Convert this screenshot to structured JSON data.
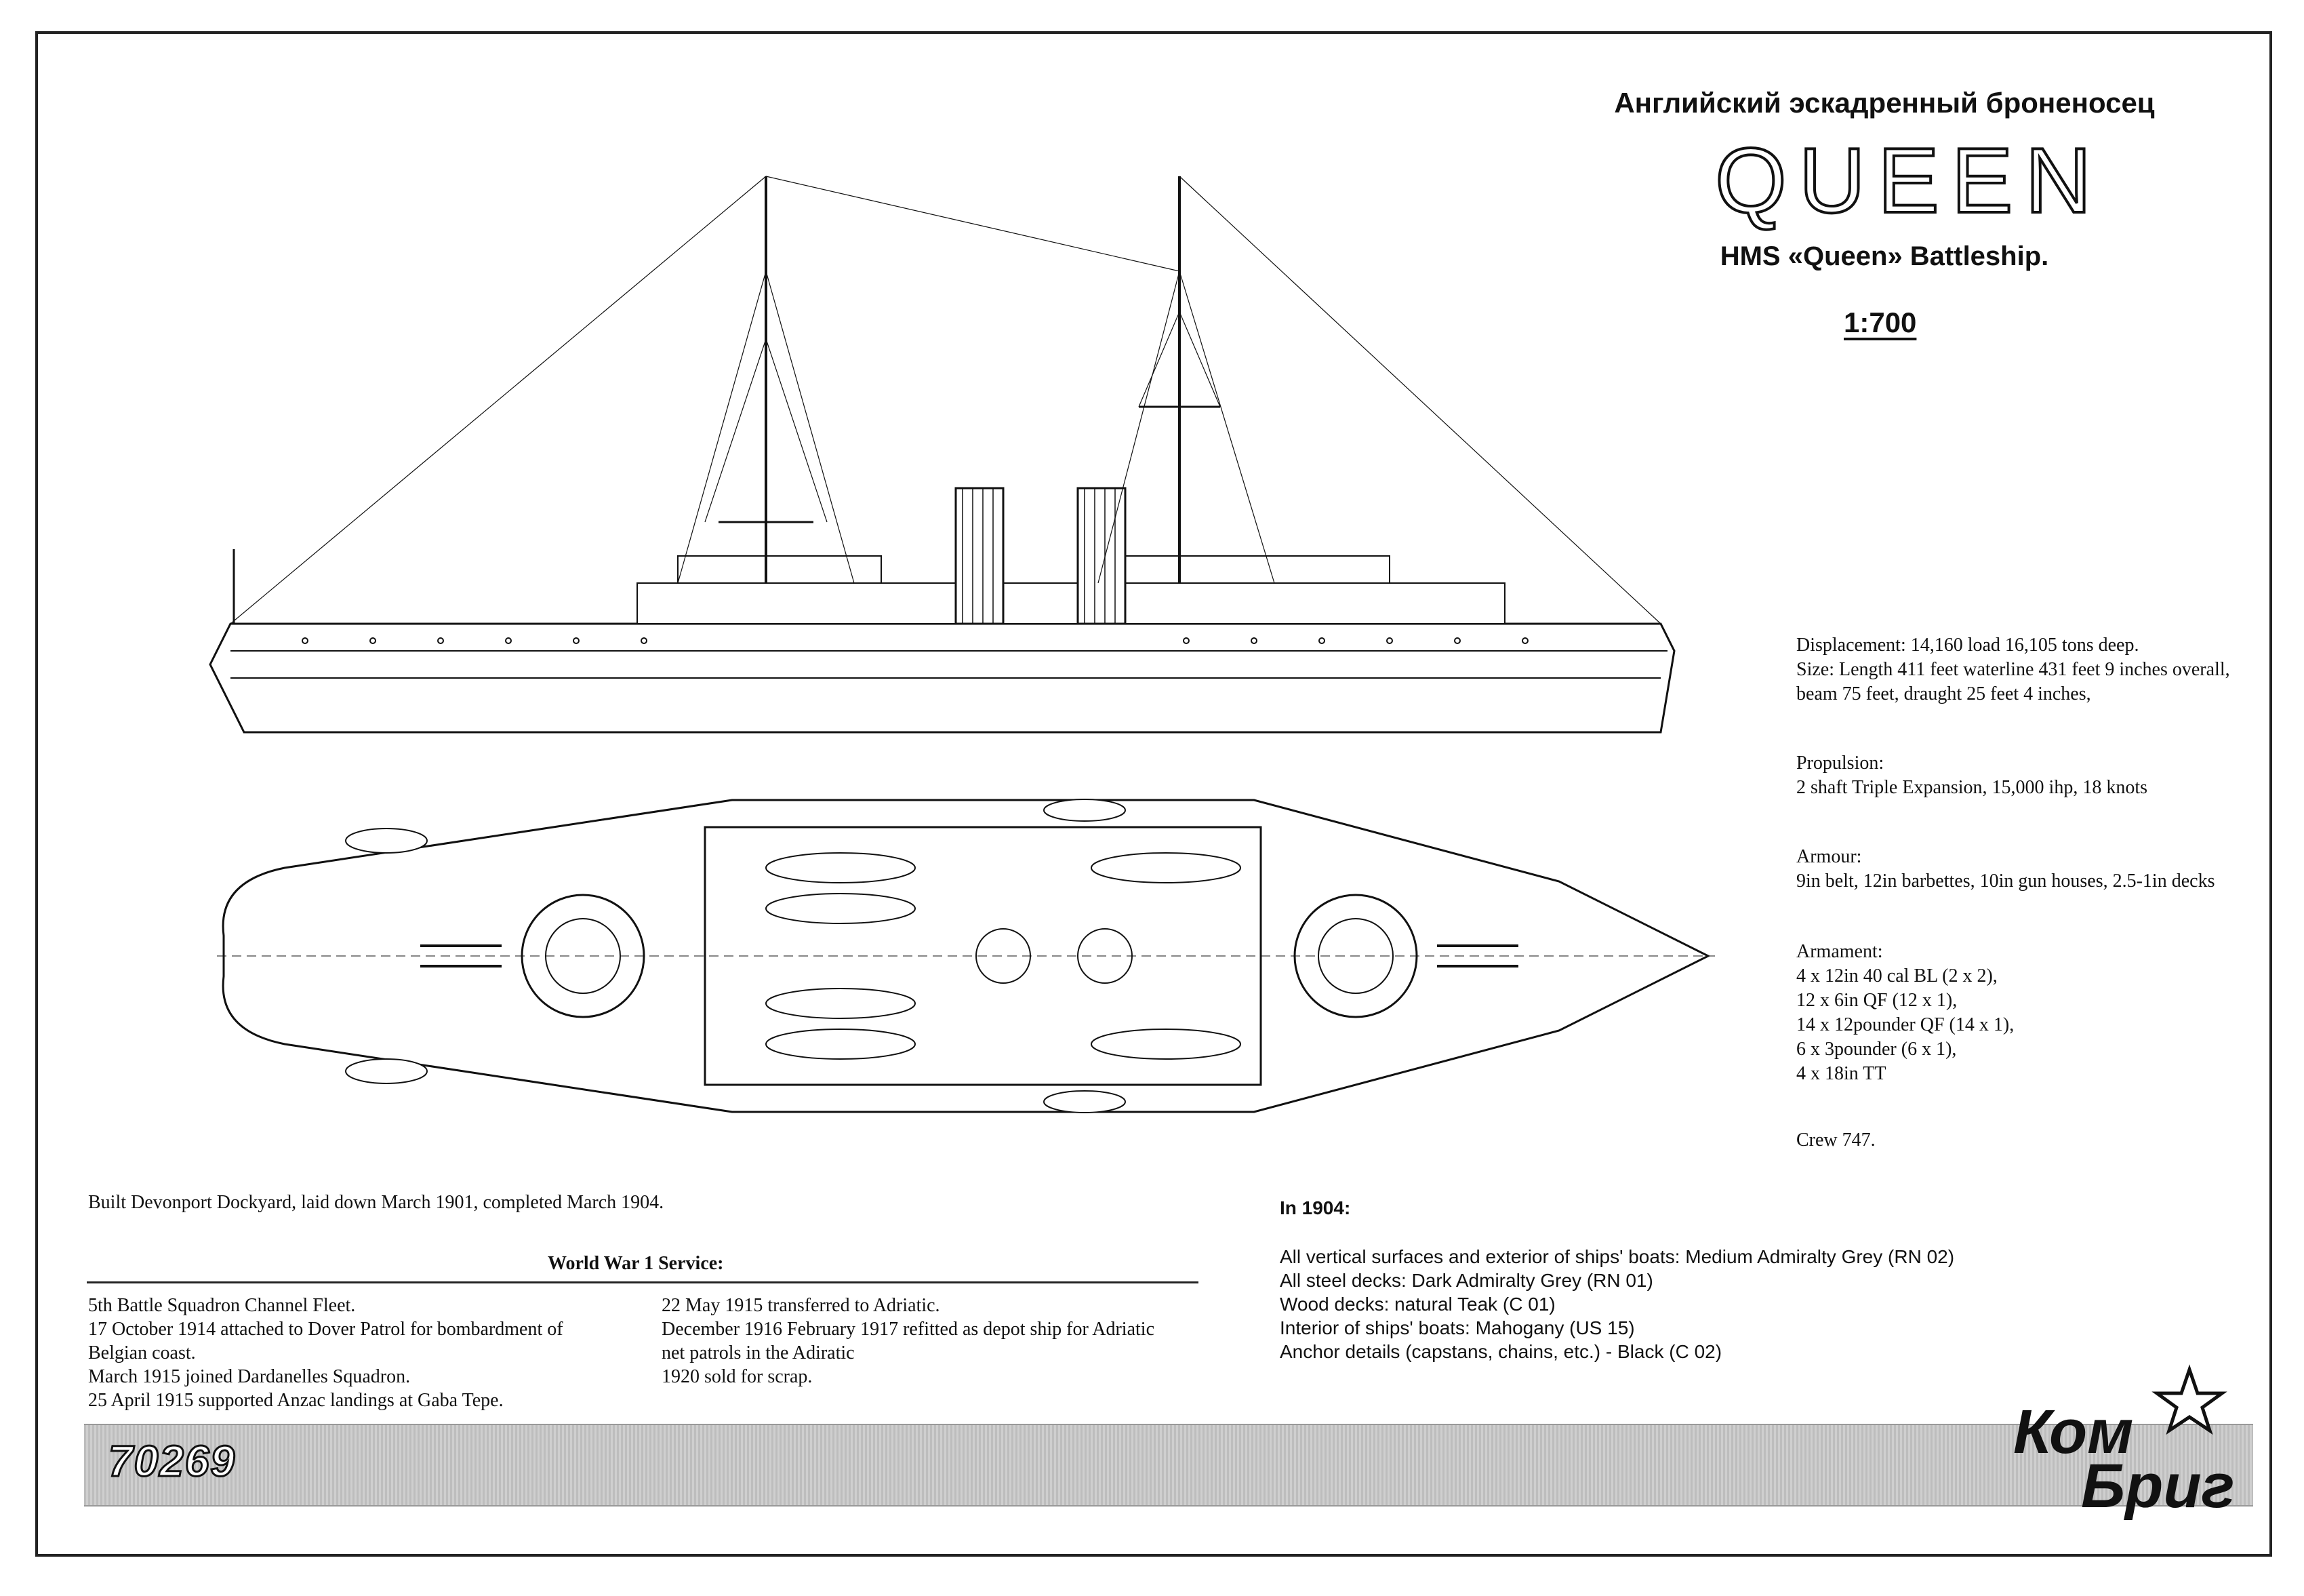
{
  "header": {
    "subtitle_ru": "Английский эскадренный броненосец",
    "ship_name": "QUEEN",
    "subtitle_en": "HMS «Queen» Battleship.",
    "scale": "1:700"
  },
  "specs": {
    "displacement": [
      "Displacement: 14,160 load 16,105 tons deep.",
      "Size: Length 411 feet waterline 431 feet 9 inches overall,",
      "beam 75 feet, draught 25 feet 4 inches,"
    ],
    "propulsion": [
      "Propulsion:",
      "2 shaft Triple Expansion, 15,000 ihp, 18 knots"
    ],
    "armour": [
      "Armour:",
      "9in belt, 12in barbettes, 10in gun houses, 2.5-1in decks"
    ],
    "armament": [
      "Armament:",
      "4 x 12in 40 cal BL (2 x 2),",
      "12 x 6in QF (12 x 1),",
      "14 x 12pounder QF (14 x 1),",
      "6 x 3pounder (6 x 1),",
      "4 x 18in TT"
    ],
    "crew": "Crew 747."
  },
  "history": {
    "built": "Built Devonport Dockyard, laid down March 1901, completed March 1904.",
    "ww1_title": "World War 1 Service:",
    "ww1_left": [
      "5th Battle Squadron Channel Fleet.",
      "17 October 1914 attached to Dover Patrol for bombardment of",
      "Belgian coast.",
      "March 1915 joined Dardanelles Squadron.",
      "25 April 1915 supported Anzac landings at Gaba Tepe."
    ],
    "ww1_right": [
      "22 May 1915 transferred to Adriatic.",
      "December 1916 February 1917 refitted as depot ship for Adriatic",
      "net patrols in the Adiratic",
      "1920 sold for scrap."
    ]
  },
  "paint": {
    "title": "In 1904:",
    "items": [
      "All vertical surfaces and exterior of ships' boats: Medium Admiralty Grey (RN 02)",
      "All steel decks: Dark Admiralty Grey (RN 01)",
      "Wood decks: natural Teak (C 01)",
      "Interior of ships' boats: Mahogany (US 15)",
      "Anchor details (capstans, chains, etc.) - Black (C 02)"
    ]
  },
  "footer": {
    "catalog_number": "70269",
    "logo_line_1": "Ком",
    "logo_line_2": "Бриг"
  }
}
